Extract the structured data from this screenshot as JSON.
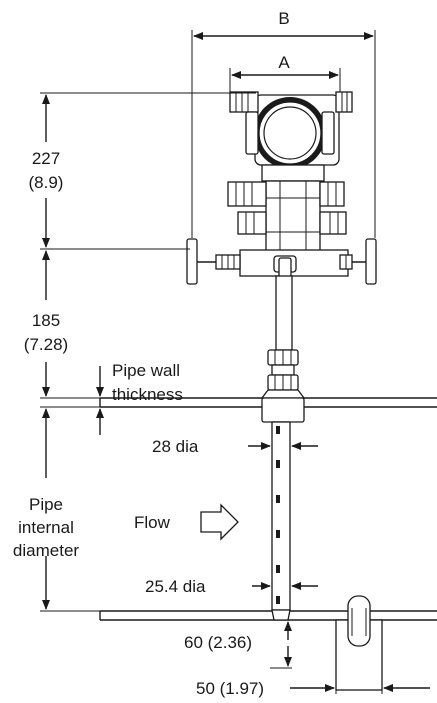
{
  "labels": {
    "b": "B",
    "a": "A",
    "dim_227": "227",
    "dim_227_in": "(8.9)",
    "dim_185": "185",
    "dim_185_in": "(7.28)",
    "pipe_wall_1": "Pipe wall",
    "pipe_wall_2": "thickness",
    "pipe_internal_1": "Pipe",
    "pipe_internal_2": "internal",
    "pipe_internal_3": "diameter",
    "flow": "Flow",
    "dia_28": "28 dia",
    "dia_25": "25.4 dia",
    "dim_60": "60 (2.36)",
    "dim_50": "50 (1.97)"
  },
  "colors": {
    "line": "#1a1a1a",
    "background": "#ffffff"
  }
}
